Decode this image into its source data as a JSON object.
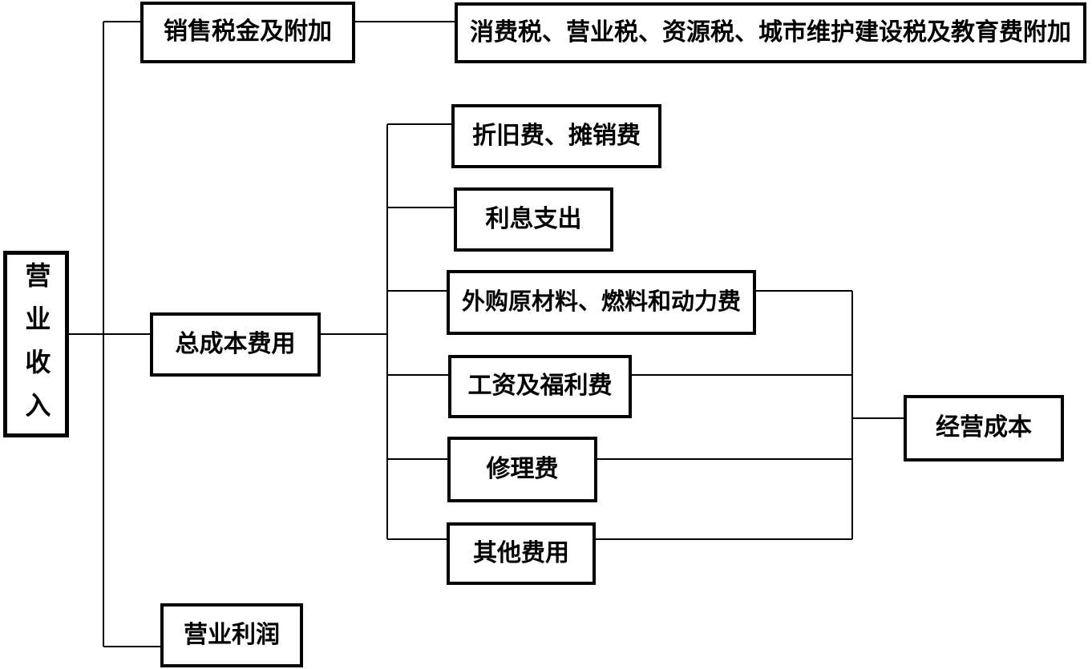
{
  "diagram": {
    "root": {
      "label": "营业收入"
    },
    "sales_tax": {
      "label": "销售税金及附加"
    },
    "sales_tax_detail": {
      "label": "消费税、营业税、资源税、城市维护建设税及教育费附加"
    },
    "total_cost": {
      "label": "总成本费用"
    },
    "cost_items": [
      {
        "label": "折旧费、摊销费"
      },
      {
        "label": "利息支出"
      },
      {
        "label": "外购原材料、燃料和动力费"
      },
      {
        "label": "工资及福利费"
      },
      {
        "label": "修理费"
      },
      {
        "label": "其他费用"
      }
    ],
    "operating_cost": {
      "label": "经营成本"
    },
    "profit": {
      "label": "营业利润"
    },
    "colors": {
      "line": "#000000",
      "box_border": "#000000",
      "text": "#000000",
      "background": "#ffffff"
    }
  }
}
